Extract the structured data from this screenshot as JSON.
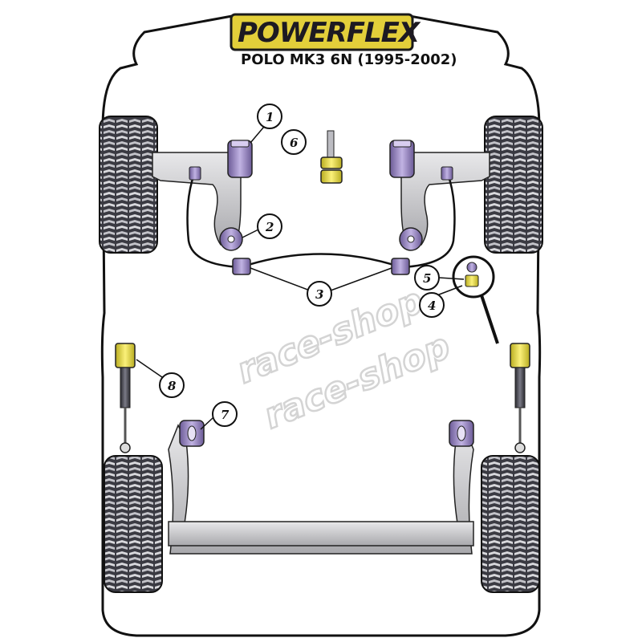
{
  "brand": {
    "logo_text": "POWERFLEX",
    "logo_bg": "#e3cf3a",
    "logo_border": "#1a1a1a"
  },
  "vehicle": {
    "subtitle": "POLO MK3 6N (1995-2002)"
  },
  "watermark": {
    "text_upper": "race-shop",
    "text_lower": "race-shop"
  },
  "callouts": [
    {
      "number": "1"
    },
    {
      "number": "2"
    },
    {
      "number": "3"
    },
    {
      "number": "4"
    },
    {
      "number": "5"
    },
    {
      "number": "6"
    },
    {
      "number": "7"
    },
    {
      "number": "8"
    }
  ],
  "colors": {
    "bush_purple": "#9b87c4",
    "bush_yellow": "#f2e64a",
    "arm_grey": "#c9c9cc",
    "tyre_dark": "#3d3d45",
    "outline": "#111111"
  }
}
